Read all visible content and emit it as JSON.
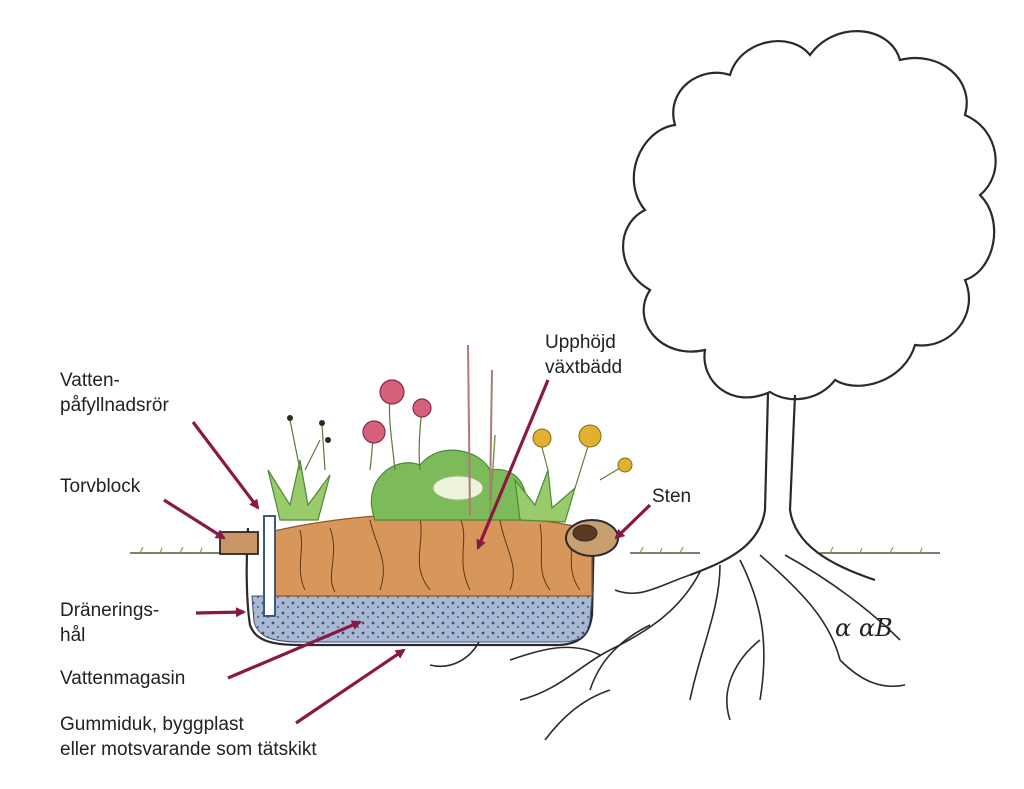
{
  "labels": {
    "vattenpafyllnadsror": [
      "Vatten-",
      "påfyllnadsrör"
    ],
    "torvblock": "Torvblock",
    "dranerings_hal": [
      "Dränerings-",
      "hål"
    ],
    "vattenmagasin": "Vattenmagasin",
    "gummiduk": [
      "Gummiduk, byggplast",
      "eller motsvarande som tätskikt"
    ],
    "upphojd_vaxtbadd": [
      "Upphöjd",
      "växtbädd"
    ],
    "sten": "Sten"
  },
  "signature": "ɑ ɑB",
  "colors": {
    "arrow": "#8a1745",
    "soil": "#d9965a",
    "water": "#a9b9d4",
    "grass": "#9acb6a",
    "foliage": "#7dbb5a",
    "flower_pink": "#d4607a",
    "flower_yellow": "#e0b030",
    "ink": "#2a2a2a"
  }
}
